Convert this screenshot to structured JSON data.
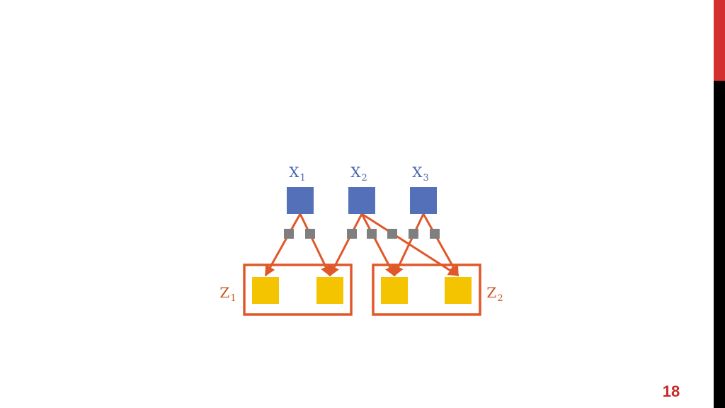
{
  "slide": {
    "page_number": "18",
    "accent_color": "#d32f2f",
    "sidebar_color": "#000000"
  },
  "diagram": {
    "colors": {
      "x_node": "#5470b8",
      "z_node": "#f5c400",
      "factor": "#7f7f7f",
      "edge": "#e0582a",
      "x_label": "#4a63b0",
      "z_label": "#c9531d"
    },
    "x_nodes": [
      {
        "id": "x1",
        "label": "X",
        "sub": "1"
      },
      {
        "id": "x2",
        "label": "X",
        "sub": "2"
      },
      {
        "id": "x3",
        "label": "X",
        "sub": "3"
      }
    ],
    "groups": [
      {
        "id": "z1",
        "label": "Z",
        "sub": "1",
        "members": [
          "z1a",
          "z1b"
        ]
      },
      {
        "id": "z2",
        "label": "Z",
        "sub": "2",
        "members": [
          "z2a",
          "z2b"
        ]
      }
    ],
    "factors": [
      "f1",
      "f2",
      "f3",
      "f4",
      "f5",
      "f6",
      "f7"
    ],
    "edges": [
      [
        "x1",
        "z1a"
      ],
      [
        "x1",
        "z1b"
      ],
      [
        "x2",
        "z1b"
      ],
      [
        "x2",
        "z2a"
      ],
      [
        "x2",
        "z2b"
      ],
      [
        "x3",
        "z2a"
      ],
      [
        "x3",
        "z2b"
      ]
    ]
  }
}
